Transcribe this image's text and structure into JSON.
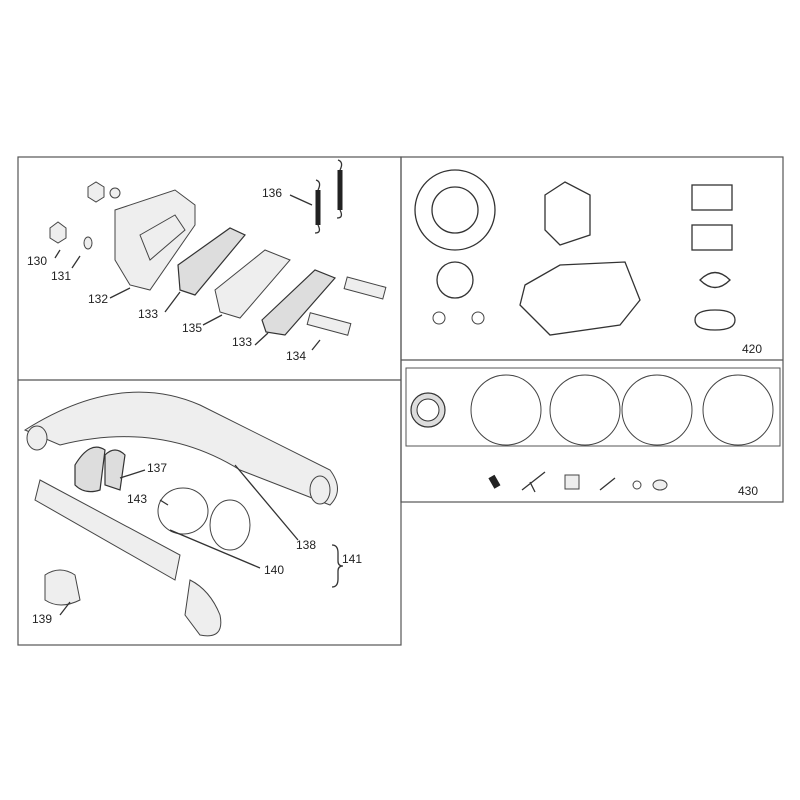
{
  "panels": {
    "intake": {
      "labels": [
        "130",
        "131",
        "132",
        "133",
        "135",
        "133",
        "134",
        "136"
      ]
    },
    "exhaust": {
      "labels": [
        "137",
        "143",
        "138",
        "140",
        "141",
        "139"
      ]
    },
    "gasket_kit": {
      "label": "420"
    },
    "carb_kit": {
      "label": "430"
    }
  }
}
